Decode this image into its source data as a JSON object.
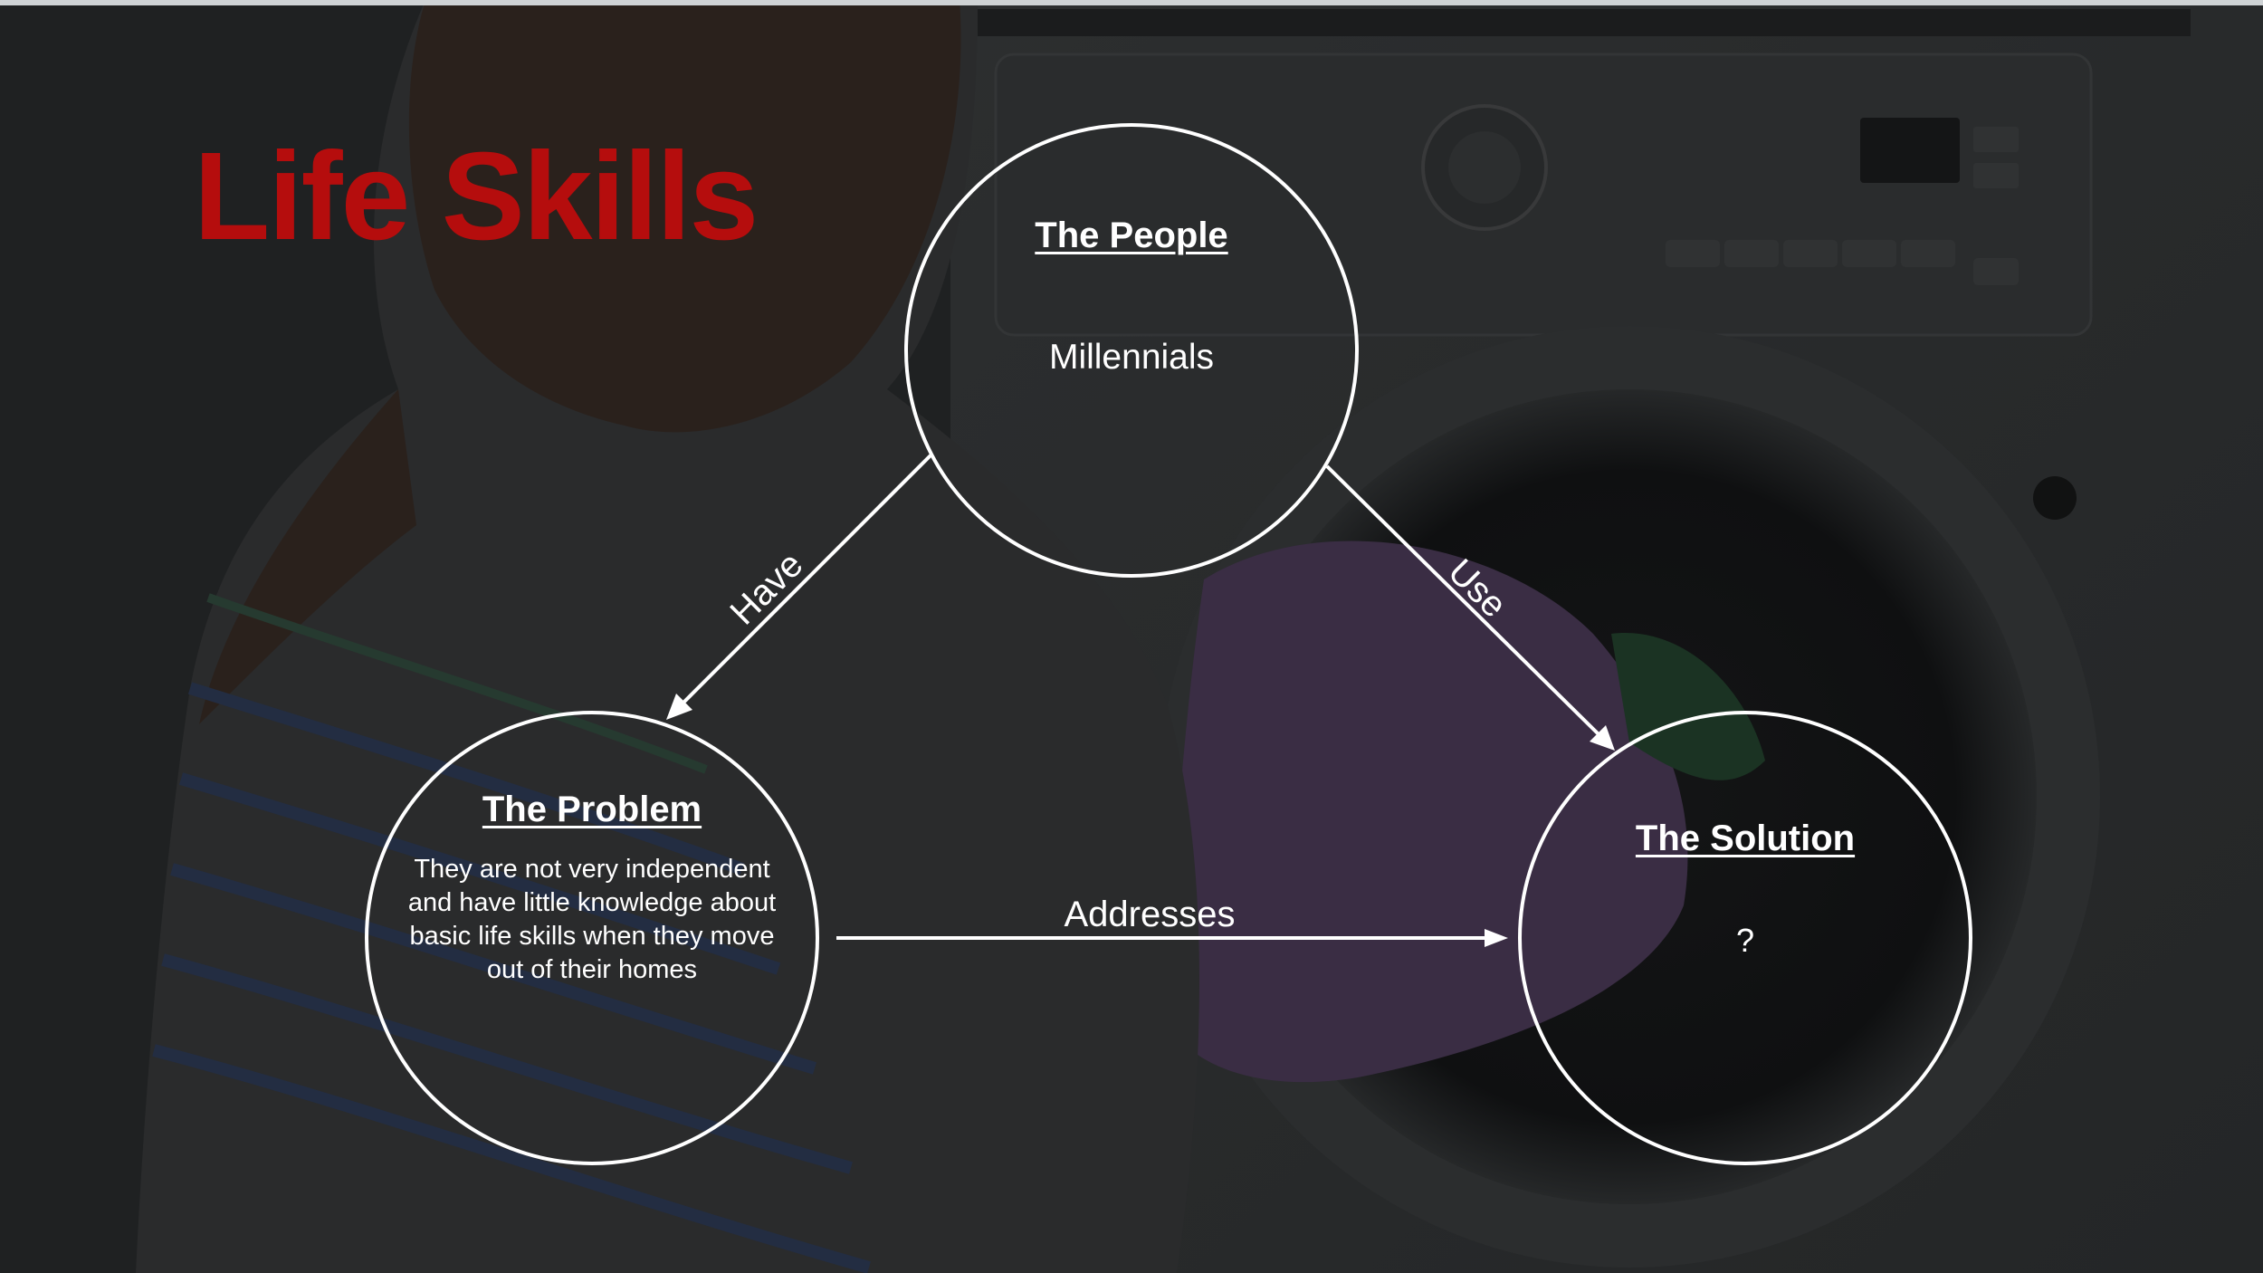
{
  "slide": {
    "title": "Life Skills",
    "title_color": "#b50d0d"
  },
  "nodes": {
    "people": {
      "heading": "The People",
      "body": "Millennials"
    },
    "problem": {
      "heading": "The Problem",
      "body": "They are not very independent and have little knowledge about basic life skills when they move out of their homes"
    },
    "solution": {
      "heading": "The Solution",
      "body": "?"
    }
  },
  "edges": {
    "people_to_problem": "Have",
    "people_to_solution": "Use",
    "problem_to_solution": "Addresses"
  },
  "colors": {
    "stroke": "#ffffff",
    "text": "#ffffff",
    "background": "#1f2122"
  }
}
